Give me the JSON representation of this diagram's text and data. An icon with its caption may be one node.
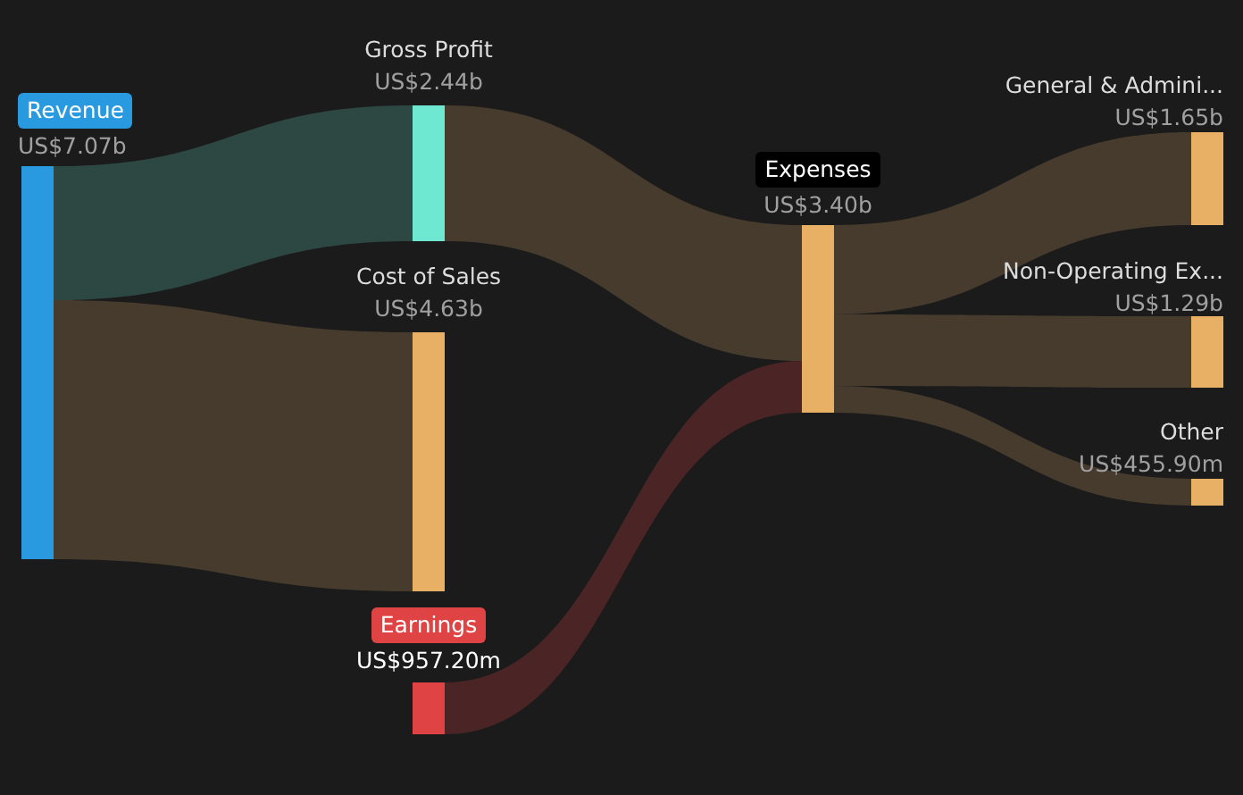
{
  "diagram": {
    "nodes": [
      {
        "text": [
          "Revenue",
          "US$7.07b"
        ]
      },
      {
        "text": [
          "Gross Profit",
          "US$2.44b"
        ]
      },
      {
        "text": [
          "Cost of Sales",
          "US$4.63b"
        ]
      },
      {
        "text": [
          "Earnings",
          "US$957.20m"
        ]
      },
      {
        "text": [
          "Expenses",
          "US$3.40b"
        ]
      },
      {
        "text": [
          "General & Admini...",
          "US$1.65b"
        ]
      },
      {
        "text": [
          "Non-Operating Ex...",
          "US$1.29b"
        ]
      },
      {
        "text": [
          "Other",
          "US$455.90m"
        ]
      }
    ],
    "edges": [
      {
        "from": 0,
        "to": 1,
        "arrow": "none",
        "color": "#2e4a45"
      },
      {
        "from": 0,
        "to": 2,
        "arrow": "none"
      },
      {
        "from": 1,
        "to": 4,
        "arrow": "none"
      },
      {
        "from": 3,
        "to": 4,
        "arrow": "none",
        "color": "#4e2626"
      },
      {
        "from": 4,
        "to": 5,
        "arrow": "none"
      },
      {
        "from": 4,
        "to": 6,
        "arrow": "none"
      },
      {
        "from": 4,
        "to": 7,
        "arrow": "none"
      }
    ]
  }
}
